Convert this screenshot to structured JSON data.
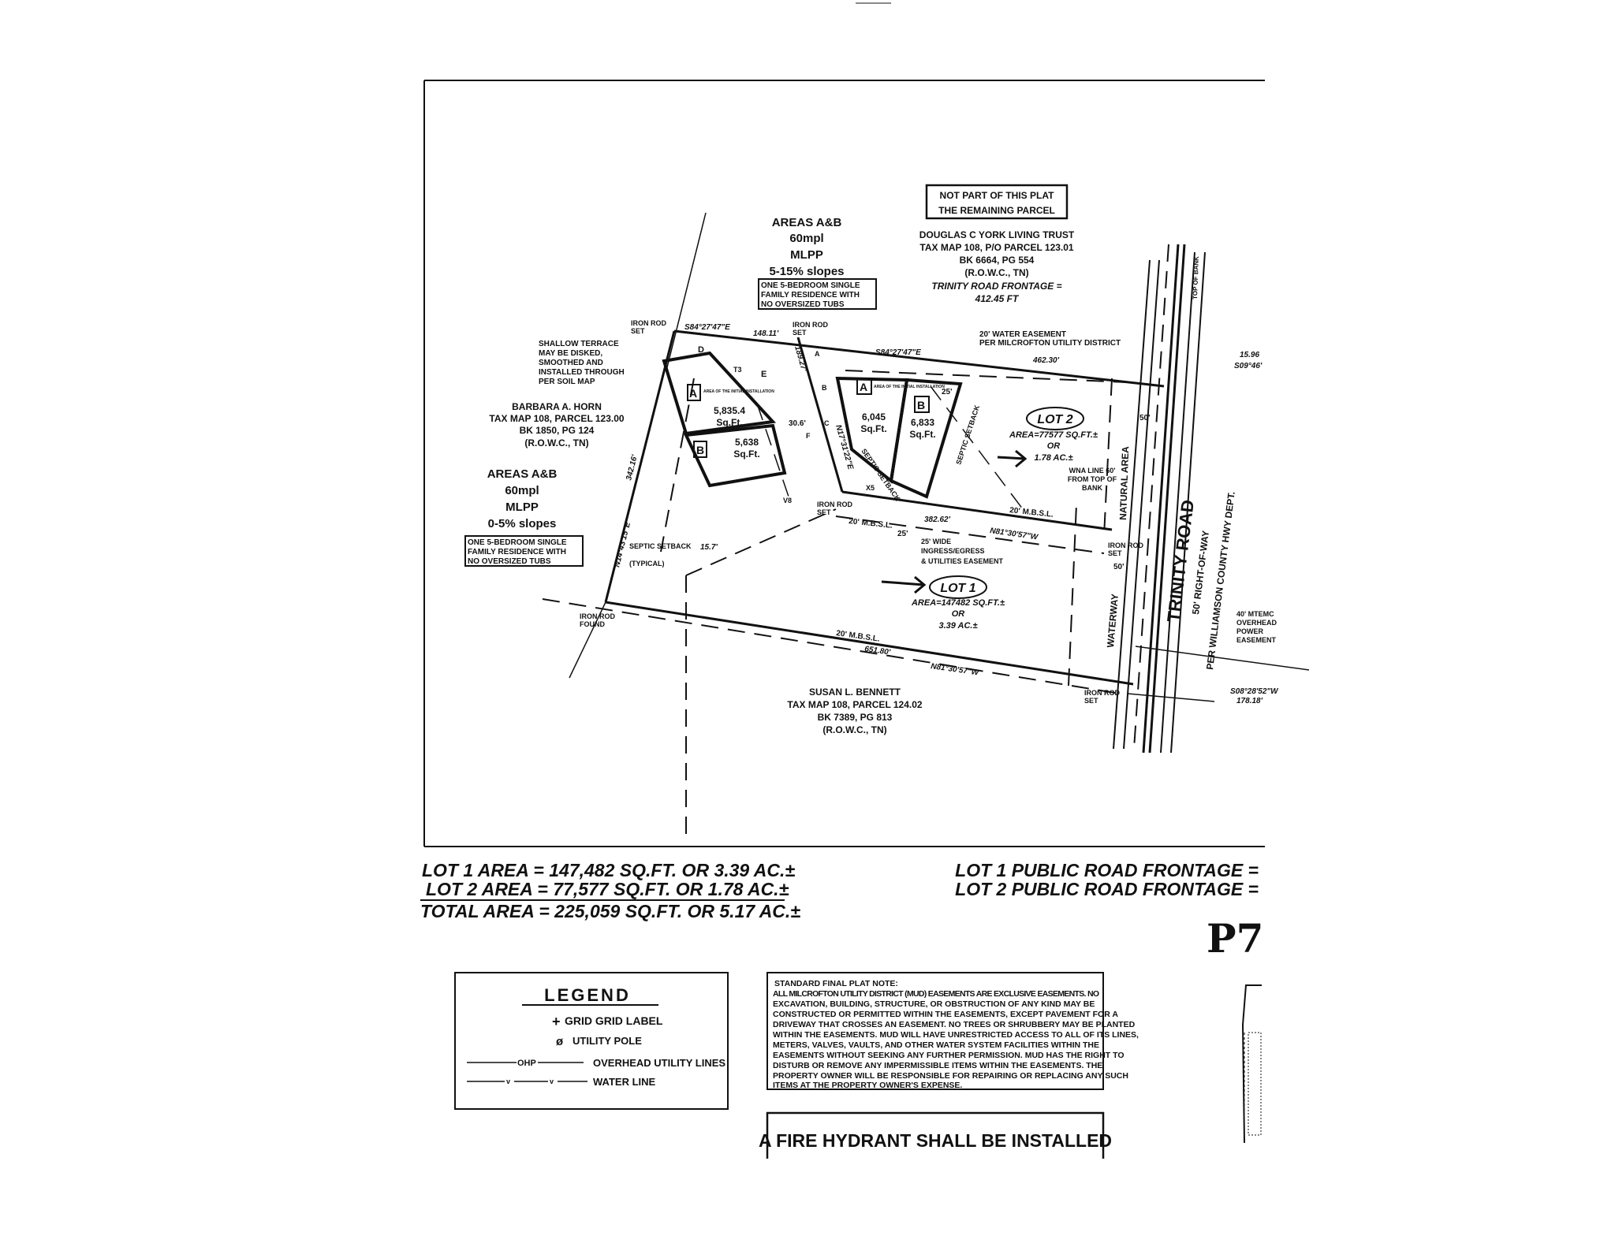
{
  "remaining_parcel_box": [
    "NOT PART OF THIS PLAT",
    "THE REMAINING PARCEL"
  ],
  "york": {
    "lines": [
      "DOUGLAS C YORK LIVING TRUST",
      "TAX MAP 108, P/O PARCEL 123.01",
      "BK 6664, PG 554",
      "(R.O.W.C., TN)"
    ],
    "frontage": [
      "TRINITY ROAD FRONTAGE =",
      "412.45 FT"
    ]
  },
  "areas_top": {
    "lines": [
      "AREAS A&B",
      "60mpl",
      "MLPP",
      "5-15% slopes"
    ],
    "box": [
      "ONE 5-BEDROOM SINGLE",
      "FAMILY RESIDENCE WITH",
      "NO OVERSIZED TUBS"
    ]
  },
  "areas_left": {
    "lines": [
      "AREAS A&B",
      "60mpl",
      "MLPP",
      "0-5% slopes"
    ],
    "box": [
      "ONE 5-BEDROOM SINGLE",
      "FAMILY RESIDENCE WITH",
      "NO OVERSIZED TUBS"
    ]
  },
  "horn": [
    "BARBARA A. HORN",
    "TAX MAP 108, PARCEL 123.00",
    "BK 1850, PG 124",
    "(R.O.W.C., TN)"
  ],
  "terrace": [
    "SHALLOW TERRACE",
    "MAY BE DISKED,",
    "SMOOTHED AND",
    "INSTALLED THROUGH",
    "PER SOIL MAP"
  ],
  "bennett": [
    "SUSAN L. BENNETT",
    "TAX MAP 108, PARCEL 124.02",
    "BK 7389, PG 813",
    "(R.O.W.C., TN)"
  ],
  "lot2": {
    "label": "LOT 2",
    "area": "AREA=77577 SQ.FT.±",
    "or": "OR",
    "acres": "1.78 AC.±"
  },
  "lot1": {
    "label": "LOT 1",
    "area": "AREA=147482 SQ.FT.±",
    "or": "OR",
    "acres": "3.39 AC.±"
  },
  "wna": [
    "WNA LINE 60'",
    "FROM TOP OF",
    "BANK"
  ],
  "water_easement": [
    "20' WATER EASEMENT",
    "PER MILCROFTON UTILITY DISTRICT"
  ],
  "ingress": [
    "25' WIDE",
    "INGRESS/EGRESS",
    "& UTILITIES EASEMENT"
  ],
  "mtemc": [
    "40' MTEMC",
    "OVERHEAD",
    "POWER",
    "EASEMENT"
  ],
  "road": {
    "name": "TRINITY ROAD",
    "row": "50' RIGHT-OF-WAY",
    "per": "PER WILLIAMSON COUNTY HWY DEPT."
  },
  "septic_areas": [
    {
      "letter": "A",
      "label": "AREA OF THE INITIAL INSTALLATION",
      "sqft": "5,835.4",
      "unit": "Sq.Ft."
    },
    {
      "letter": "B",
      "sqft": "5,638",
      "unit": "Sq.Ft."
    },
    {
      "letter": "A",
      "label": "AREA OF THE INITIAL INSTALLATION",
      "sqft": "6,045",
      "unit": "Sq.Ft."
    },
    {
      "letter": "B",
      "sqft": "6,833",
      "unit": "Sq.Ft."
    }
  ],
  "labels": {
    "iron_rod_set": "IRON ROD",
    "set": "SET",
    "found": "FOUND",
    "bearing_top": "S84°27'47\"E",
    "dist_top_left": "148.11'",
    "dist_top_right": "462.30'",
    "dist_left": "342.16'",
    "bearing_left": "N14°43'15\"E",
    "dist_mid": "189.27'",
    "bearing_mid": "N17°31'22\"E",
    "dist_lot2_bottom": "382.62'",
    "bearing_bottom": "N81°30'57\"W",
    "dist_bottom": "651.80'",
    "mbsl": "20' M.B.S.L.",
    "septic_setback": "SEPTIC SETBACK",
    "typical": "(TYPICAL)",
    "natural_area": "NATURAL AREA",
    "waterway": "WATERWAY",
    "top_of_bank": "TOP OF BANK",
    "dist_right": "178.18'",
    "bearing_right": "S08°28'52\"W",
    "dist_right_top": "15.96",
    "bearing_right_top": "S09°46'",
    "dim_25": "25'",
    "dim_50": "50'",
    "dim_157": "15.7'",
    "dim_306": "30.6'",
    "pts": [
      "D",
      "E",
      "A",
      "B",
      "C",
      "F",
      "T3",
      "X5",
      "V8"
    ]
  },
  "summary": {
    "lot1_area": "LOT 1 AREA = 147,482 SQ.FT. OR 3.39 AC.±",
    "lot2_area": "LOT 2 AREA = 77,577 SQ.FT. OR 1.78 AC.±",
    "total_area": "TOTAL AREA = 225,059 SQ.FT. OR 5.17 AC.±",
    "lot1_frontage": "LOT 1 PUBLIC ROAD FRONTAGE =",
    "lot2_frontage": "LOT 2 PUBLIC ROAD FRONTAGE ="
  },
  "handwritten": "P7",
  "legend": {
    "title": "LEGEND",
    "items": [
      {
        "symbol": "+",
        "label": "GRID GRID LABEL"
      },
      {
        "symbol": "ø",
        "label": "UTILITY POLE"
      },
      {
        "symbol": "OHP",
        "label": "OVERHEAD UTILITY LINES"
      },
      {
        "symbol": "v",
        "label": "WATER LINE"
      }
    ]
  },
  "plat_note": {
    "title": "STANDARD FINAL PLAT NOTE:",
    "lines": [
      "ALL MILCROFTON UTILITY DISTRICT (MUD) EASEMENTS ARE EXCLUSIVE EASEMENTS. NO",
      "EXCAVATION, BUILDING, STRUCTURE, OR OBSTRUCTION OF ANY KIND MAY BE",
      "CONSTRUCTED OR PERMITTED WITHIN THE EASEMENTS, EXCEPT PAVEMENT FOR A",
      "DRIVEWAY THAT CROSSES AN EASEMENT. NO TREES OR SHRUBBERY MAY BE PLANTED",
      "WITHIN THE EASEMENTS. MUD WILL HAVE UNRESTRICTED ACCESS TO ALL OF ITS LINES,",
      "METERS, VALVES, VAULTS, AND OTHER WATER SYSTEM FACILITIES WITHIN THE",
      "EASEMENTS WITHOUT SEEKING ANY FURTHER PERMISSION. MUD HAS THE RIGHT TO",
      "DISTURB OR REMOVE ANY IMPERMISSIBLE ITEMS WITHIN THE EASEMENTS. THE",
      "PROPERTY OWNER WILL BE RESPONSIBLE FOR REPAIRING OR REPLACING ANY SUCH",
      "ITEMS AT THE PROPERTY OWNER'S EXPENSE."
    ]
  },
  "fire_hydrant": "A FIRE HYDRANT SHALL BE INSTALLED"
}
